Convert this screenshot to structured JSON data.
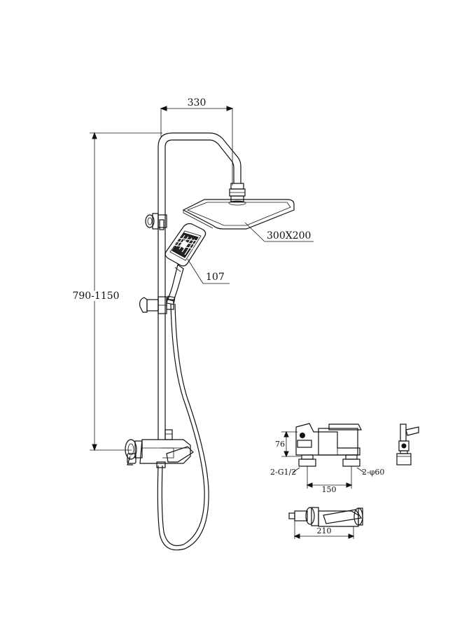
{
  "dimensions": {
    "arm_length": "330",
    "overhead_shower_size": "300X200",
    "hand_shower_size": "107",
    "height_range": "790-1150",
    "mixer_height": "76",
    "inlet_thread": "2-G1/2",
    "escutcheon_diameter": "2-φ60",
    "inlet_spacing": "150",
    "mixer_width": "210"
  },
  "colors": {
    "line": "#111111",
    "background": "#ffffff"
  }
}
